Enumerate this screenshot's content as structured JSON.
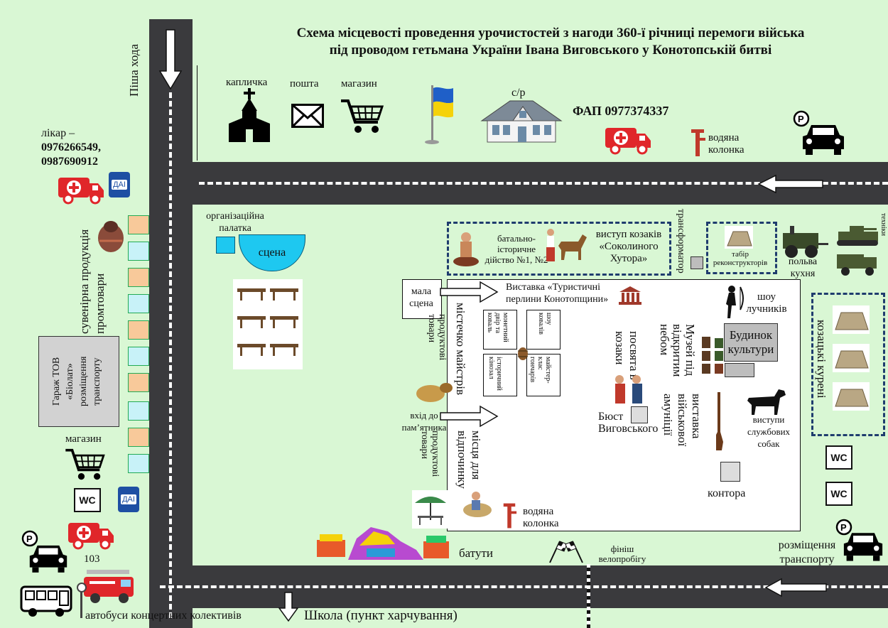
{
  "title": {
    "line1": "Схема місцевості проведення урочистостей з нагоди 360-ї річниці перемоги війська",
    "line2": "під проводом гетьмана України Івана Виговського у Конотопській битві"
  },
  "labels": {
    "pedestrian": "Піша хода",
    "chapel": "капличка",
    "post": "пошта",
    "shop_top": "магазин",
    "village_council": "с/р",
    "fap": "ФАП 0977374337",
    "water_top_1": "водяна",
    "water_top_2": "колонка",
    "doctor_1": "лікар –",
    "doctor_2": "0976266549,",
    "doctor_3": "0987690912",
    "dai": "ДАІ",
    "souvenirs_1": "сувенірна продукція",
    "souvenirs_2": "промтовари",
    "garage_1": "Гараж ТОВ",
    "garage_2": "«Біолат»",
    "garage_3": "розміщення",
    "garage_4": "транспорту",
    "shop_left": "магазин",
    "wc": "WC",
    "fire_num": "103",
    "buses": "автобуси концертних колективів",
    "school": "Школа (пункт харчування)",
    "org_tent_1": "організаційна",
    "org_tent_2": "палатка",
    "stage": "сцена",
    "battle_1": "батально-",
    "battle_2": "історичне",
    "battle_3": "дійство №1,  №2",
    "cossacks_1": "виступ козаків",
    "cossacks_2": "«Соколиного",
    "cossacks_3": "Хутора»",
    "transformer": "трансформатор",
    "reenactors_1": "табір",
    "reenactors_2": "реконструкторів",
    "field_kitchen_1": "польва",
    "field_kitchen_2": "кухня",
    "mil_tech": "виставка військової техніки",
    "small_stage": "мала сцена",
    "exhibition_1": "Виставка «Туристичні",
    "exhibition_2": "перлини Конотопщини»",
    "archers_1": "шоу",
    "archers_2": "лучників",
    "culture_1": "Будинок",
    "culture_2": "культури",
    "kurens": "козацькі курені",
    "products_1": "продуктові товари",
    "masters_town": "містечко майстрів",
    "booth_1": "монетний двір та коваль",
    "booth_2": "шоу ковалів",
    "booth_3": "історичний кінозал",
    "booth_4": "майстер-клас гончарів",
    "initiation": "посвята в козаки",
    "museum": "Музей під відкритим небом",
    "monument_entry_1": "вхід до",
    "monument_entry_2": "пам’ятника",
    "bust_1": "Бюст",
    "bust_2": "Виговського",
    "ammo": "виставка військової амуніції",
    "dogs_1": "виступи",
    "dogs_2": "службових",
    "dogs_3": "собак",
    "products_2": "продуктові товари",
    "rest_area": "місця для відпочинку",
    "office": "контора",
    "water_bottom_1": "водяна",
    "water_bottom_2": "колонка",
    "trampolines": "батути",
    "finish_1": "фініш",
    "finish_2": "велопробігу",
    "parking_1": "розміщення",
    "parking_2": "транспорту"
  },
  "icons": [
    "arrow-down-icon",
    "church-icon",
    "envelope-icon",
    "cart-icon",
    "flag-icon",
    "house-icon",
    "ambulance-icon",
    "water-pump-icon",
    "parking-icon",
    "car-icon",
    "arrow-left-icon",
    "arrow-right-icon",
    "fire-truck-icon",
    "bus-icon",
    "bench-icon",
    "tent-icon",
    "dog-icon",
    "archer-icon",
    "checkered-flag-icon",
    "trampoline-icon",
    "umbrella-icon"
  ],
  "colors": {
    "background": "#d9f7d4",
    "road": "#3a3a3d",
    "stage": "#1ec8f0",
    "dashed_border": "#1f3c6e",
    "ambulance": "#e0262a",
    "stall_orange": "#f8c99a",
    "stall_cyan": "#c8f2f8"
  }
}
